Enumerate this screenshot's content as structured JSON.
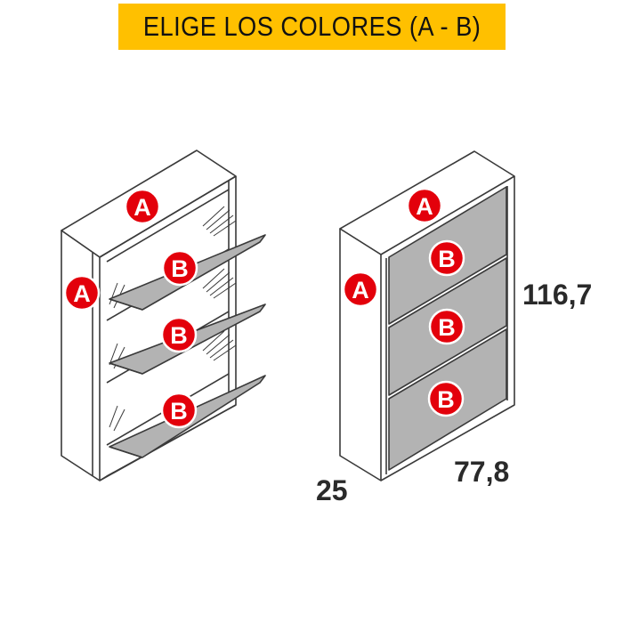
{
  "title": "ELIGE LOS COLORES (A - B)",
  "colors": {
    "banner": "#ffc000",
    "badge_fill": "#e3000b",
    "badge_stroke": "#ffffff",
    "panel_fill": "#b3b3b3",
    "line": "#3a3a3a"
  },
  "left_view": {
    "labels": {
      "top": "A",
      "side": "A",
      "door_1": "B",
      "door_2": "B",
      "door_3": "B"
    }
  },
  "right_view": {
    "labels": {
      "top": "A",
      "side": "A",
      "door_1": "B",
      "door_2": "B",
      "door_3": "B"
    },
    "dimensions": {
      "height": "116,7",
      "width": "77,8",
      "depth": "25"
    }
  }
}
